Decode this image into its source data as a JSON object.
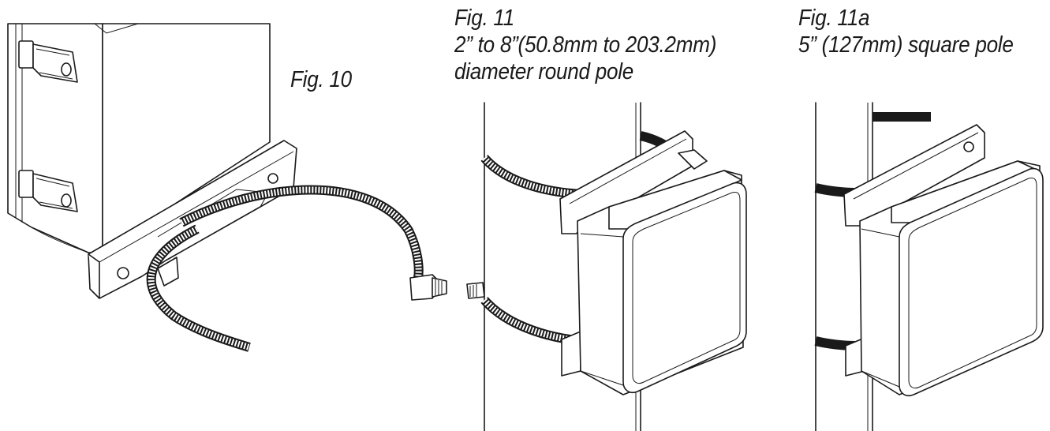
{
  "fig10": {
    "label": "Fig. 10"
  },
  "fig11": {
    "label": "Fig. 11",
    "line2": "2” to 8”(50.8mm to 203.2mm)",
    "line3": "diameter round pole"
  },
  "fig11a": {
    "label": "Fig. 11a",
    "line2": "5” (127mm) square pole"
  }
}
